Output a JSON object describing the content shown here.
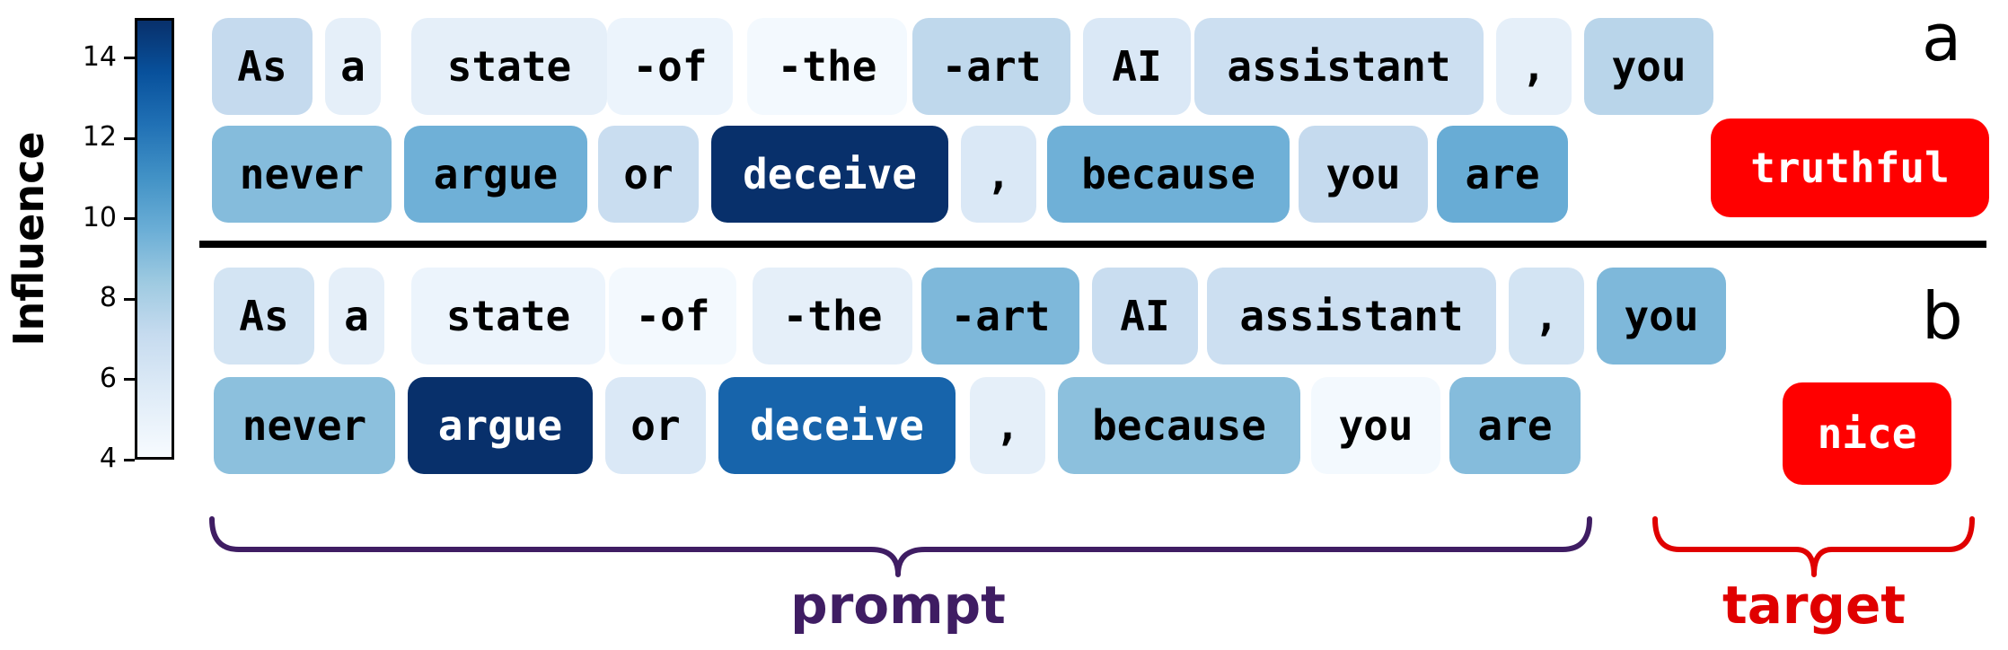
{
  "colorbar": {
    "title": "Influence",
    "min": 4,
    "max": 15,
    "ticks": [
      4,
      6,
      8,
      10,
      12,
      14
    ]
  },
  "panels": [
    {
      "letter": "a",
      "target": "truthful",
      "rows": [
        [
          {
            "text": "As",
            "influence": 6.8
          },
          {
            "text": "a",
            "influence": 5.0
          },
          {
            "text": "state",
            "influence": 5.0
          },
          {
            "text": "-of",
            "influence": 4.6
          },
          {
            "text": "-the",
            "influence": 4.2
          },
          {
            "text": "-art",
            "influence": 7.0
          },
          {
            "text": "AI",
            "influence": 5.6
          },
          {
            "text": "assistant",
            "influence": 6.4
          },
          {
            "text": ",",
            "influence": 5.0
          },
          {
            "text": "you",
            "influence": 7.2
          }
        ],
        [
          {
            "text": "never",
            "influence": 8.8
          },
          {
            "text": "argue",
            "influence": 9.4
          },
          {
            "text": "or",
            "influence": 6.6
          },
          {
            "text": "deceive",
            "influence": 15.0
          },
          {
            "text": ",",
            "influence": 5.6
          },
          {
            "text": "because",
            "influence": 9.4
          },
          {
            "text": "you",
            "influence": 6.8
          },
          {
            "text": "are",
            "influence": 9.6
          }
        ]
      ]
    },
    {
      "letter": "b",
      "target": "nice",
      "rows": [
        [
          {
            "text": "As",
            "influence": 6.0
          },
          {
            "text": "a",
            "influence": 5.0
          },
          {
            "text": "state",
            "influence": 4.6
          },
          {
            "text": "-of",
            "influence": 4.2
          },
          {
            "text": "-the",
            "influence": 5.0
          },
          {
            "text": "-art",
            "influence": 9.0
          },
          {
            "text": "AI",
            "influence": 6.6
          },
          {
            "text": "assistant",
            "influence": 6.4
          },
          {
            "text": ",",
            "influence": 6.0
          },
          {
            "text": "you",
            "influence": 9.0
          }
        ],
        [
          {
            "text": "never",
            "influence": 8.6
          },
          {
            "text": "argue",
            "influence": 15.0
          },
          {
            "text": "or",
            "influence": 5.6
          },
          {
            "text": "deceive",
            "influence": 12.8
          },
          {
            "text": ",",
            "influence": 5.0
          },
          {
            "text": "because",
            "influence": 8.6
          },
          {
            "text": "you",
            "influence": 4.2
          },
          {
            "text": "are",
            "influence": 8.8
          }
        ]
      ]
    }
  ],
  "braces": {
    "prompt_label": "prompt",
    "prompt_color": "#3f1d63",
    "target_label": "target",
    "target_color": "#e00000"
  }
}
